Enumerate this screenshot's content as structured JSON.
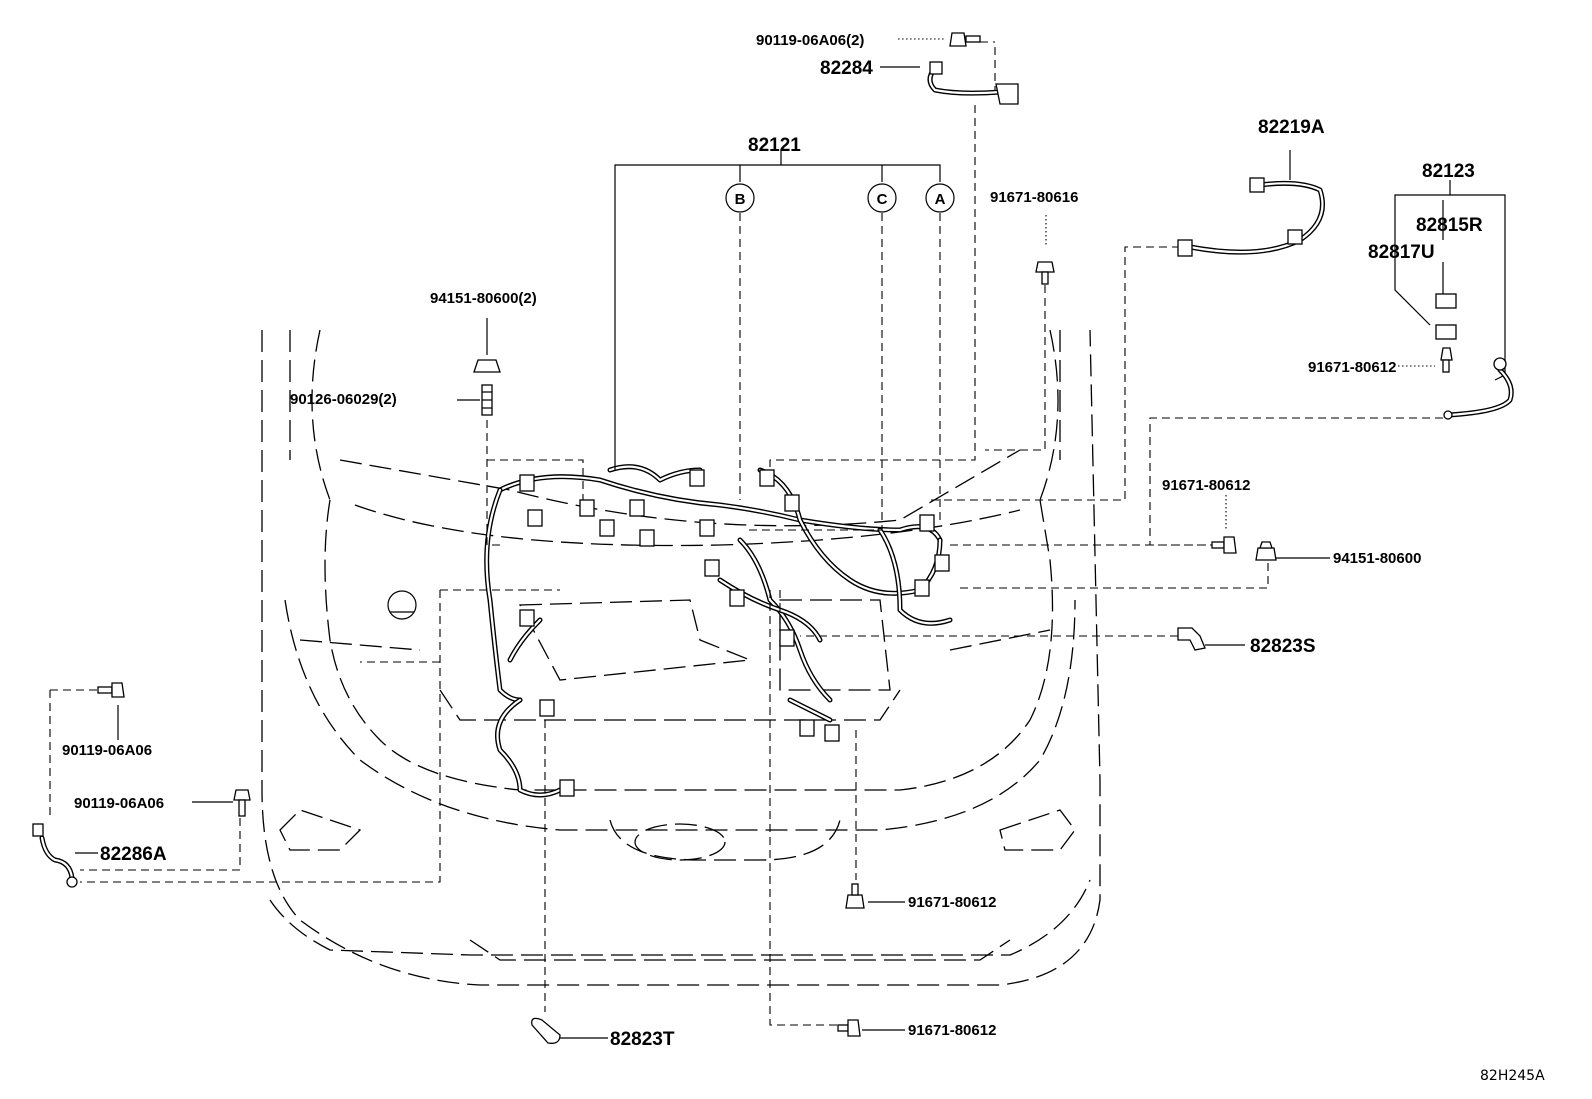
{
  "diagram_code": "82H245A",
  "parts": {
    "bolt_top": "90119-06A06(2)",
    "wire_82284": "82284",
    "harness_main": "82121",
    "wire_82219A": "82219A",
    "harness_82123": "82123",
    "clamp_82815R": "82815R",
    "clamp_82817U": "82817U",
    "bolt_91671_80616": "91671-80616",
    "nut_left": "94151-80600(2)",
    "stud_left": "90126-06029(2)",
    "bolt_right_upper": "91671-80612",
    "bolt_mid": "91671-80612",
    "nut_right": "94151-80600",
    "clamp_82823S": "82823S",
    "bolt_left_1": "90119-06A06",
    "bolt_left_2": "90119-06A06",
    "wire_82286A": "82286A",
    "bolt_lower_mid": "91671-80612",
    "bolt_bottom": "91671-80612",
    "clamp_82823T": "82823T"
  },
  "callouts": {
    "a": "A",
    "b": "B",
    "c": "C"
  }
}
